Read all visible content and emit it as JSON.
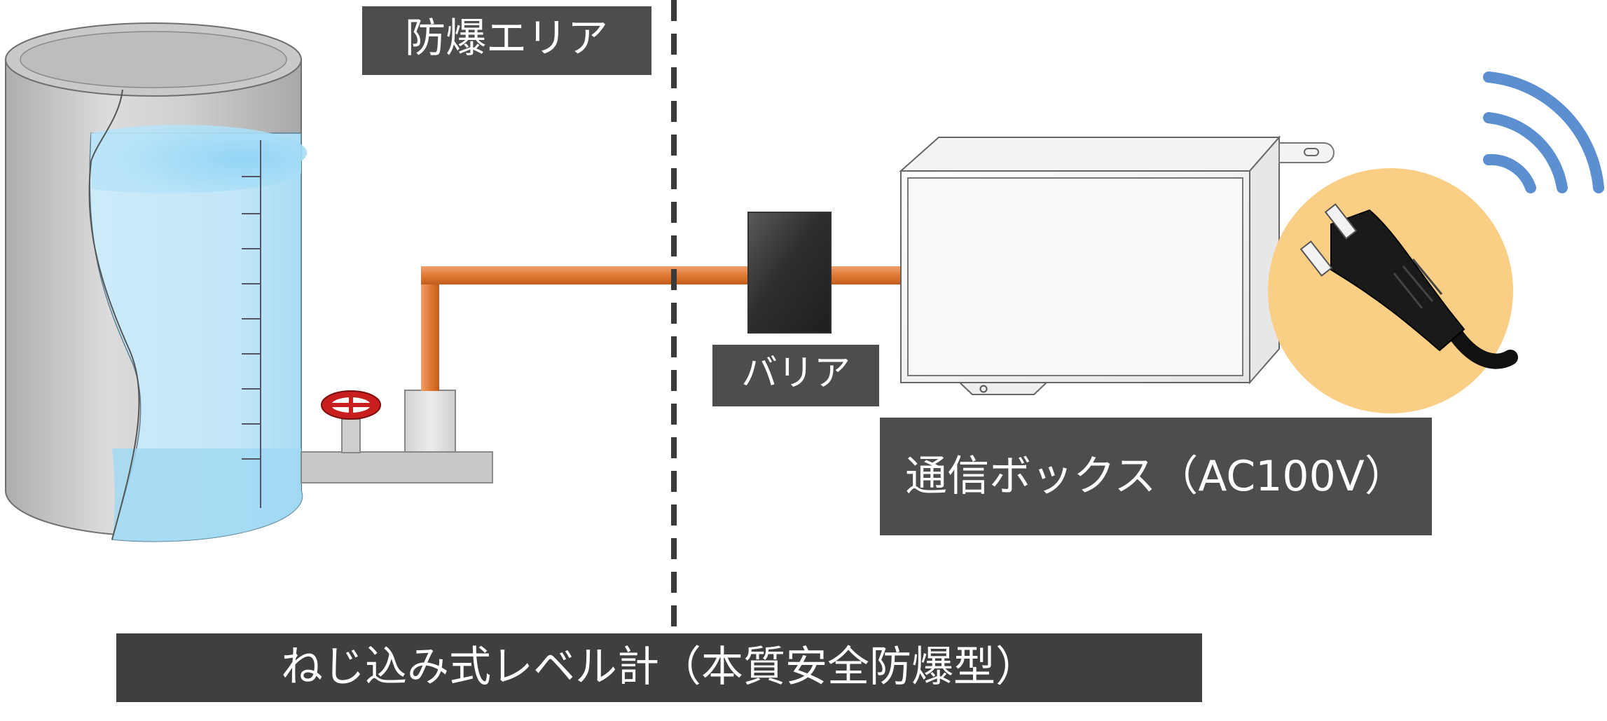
{
  "labels": {
    "explosion_area": "防爆エリア",
    "barrier": "バリア",
    "comm_box": "通信ボックス（AC100V）",
    "level_meter": "ねじ込み式レベル計（本質安全防爆型）"
  },
  "colors": {
    "label_bg": "#4d4d4d",
    "label_text": "#ffffff",
    "pipe": "#e07a35",
    "water": "#b9e3f7",
    "tank": "#c2c2c2",
    "valve": "#c81e1e",
    "wifi": "#5b8fd0",
    "plug_circle": "#fbce86",
    "divider": "#3a3a3a"
  },
  "icons": {
    "tank": "tank-icon",
    "valve": "valve-icon",
    "barrier": "barrier-icon",
    "comm_box": "communication-box-icon",
    "plug": "power-plug-icon",
    "wifi": "wifi-icon"
  }
}
